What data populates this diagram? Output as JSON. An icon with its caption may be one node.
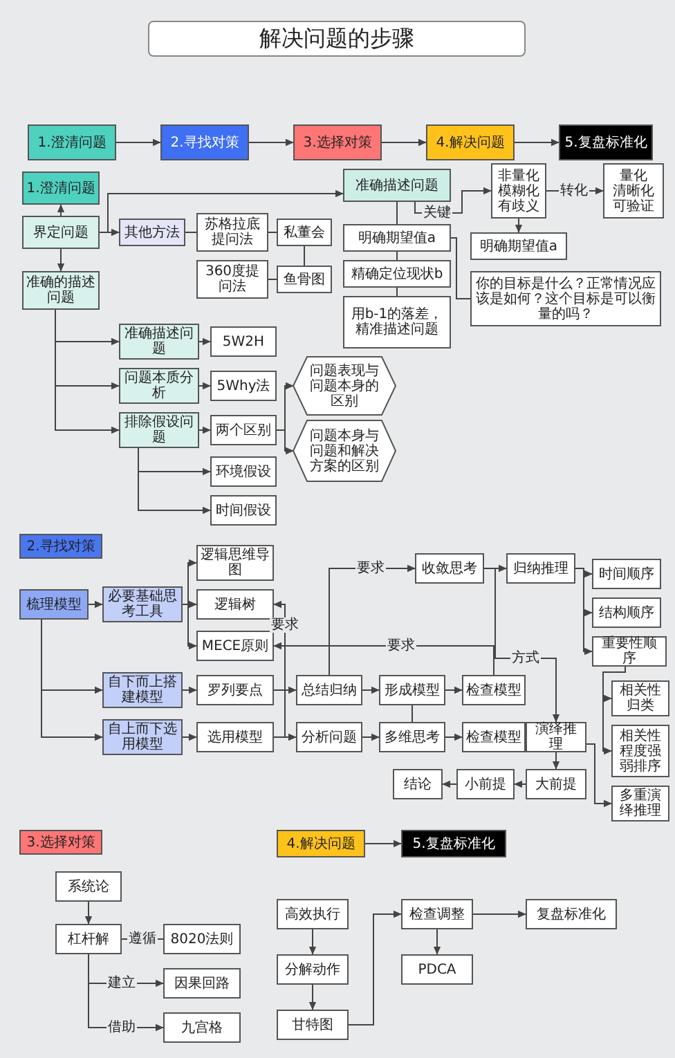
{
  "diagram": {
    "title": "解决问题的步骤",
    "nodes": [
      {
        "text": [
          "1.澄清问题"
        ]
      },
      {
        "text": [
          "2.寻找对策"
        ]
      },
      {
        "text": [
          "3.选择对策"
        ]
      },
      {
        "text": [
          "4.解决问题"
        ]
      },
      {
        "text": [
          "5.复盘标准化"
        ]
      },
      {
        "text": [
          "1.澄清问题"
        ]
      },
      {
        "text": [
          "界定问题"
        ]
      },
      {
        "text": [
          "其他方法"
        ]
      },
      {
        "text": [
          "苏格拉底提问法"
        ]
      },
      {
        "text": [
          "私董会"
        ]
      },
      {
        "text": [
          "360度提问法"
        ]
      },
      {
        "text": [
          "鱼骨图"
        ]
      },
      {
        "text": [
          "准确的描述问题"
        ]
      },
      {
        "text": [
          "准确描述问题"
        ]
      },
      {
        "text": [
          "问题本质分析"
        ]
      },
      {
        "text": [
          "排除假设问题"
        ]
      },
      {
        "text": [
          "5W2H"
        ]
      },
      {
        "text": [
          "5Why法"
        ]
      },
      {
        "text": [
          "两个区别"
        ]
      },
      {
        "text": [
          "问题表现与问题本身的区别"
        ]
      },
      {
        "text": [
          "问题本身与问题和解决方案的区别"
        ]
      },
      {
        "text": [
          "环境假设"
        ]
      },
      {
        "text": [
          "时间假设"
        ]
      },
      {
        "text": [
          "准确描述问题"
        ]
      },
      {
        "text": [
          "明确期望值a"
        ]
      },
      {
        "text": [
          "精确定位现状b"
        ]
      },
      {
        "text": [
          "用b-1的落差，精准描述问题"
        ]
      },
      {
        "text": [
          "非量化",
          "模糊化",
          "有歧义"
        ]
      },
      {
        "text": [
          "量化",
          "清晰化",
          "可验证"
        ]
      },
      {
        "text": [
          "明确期望值a"
        ]
      },
      {
        "text": [
          "你的目标是什么？正常情况应该是如何？这个目标是可以衡量的吗？"
        ]
      },
      {
        "text": [
          "2.寻找对策"
        ]
      },
      {
        "text": [
          "梳理模型"
        ]
      },
      {
        "text": [
          "必要基础思考工具"
        ]
      },
      {
        "text": [
          "逻辑思维导图"
        ]
      },
      {
        "text": [
          "逻辑树"
        ]
      },
      {
        "text": [
          "MECE原则"
        ]
      },
      {
        "text": [
          "自下而上搭建模型"
        ]
      },
      {
        "text": [
          "自上而下选用模型"
        ]
      },
      {
        "text": [
          "罗列要点"
        ]
      },
      {
        "text": [
          "选用模型"
        ]
      },
      {
        "text": [
          "总结归纳"
        ]
      },
      {
        "text": [
          "分析问题"
        ]
      },
      {
        "text": [
          "形成模型"
        ]
      },
      {
        "text": [
          "多维思考"
        ]
      },
      {
        "text": [
          "检查模型"
        ]
      },
      {
        "text": [
          "检查模型"
        ]
      },
      {
        "text": [
          "收敛思考"
        ]
      },
      {
        "text": [
          "归纳推理"
        ]
      },
      {
        "text": [
          "演绎推理"
        ]
      },
      {
        "text": [
          "大前提"
        ]
      },
      {
        "text": [
          "小前提"
        ]
      },
      {
        "text": [
          "结论"
        ]
      },
      {
        "text": [
          "时间顺序"
        ]
      },
      {
        "text": [
          "结构顺序"
        ]
      },
      {
        "text": [
          "重要性顺序"
        ]
      },
      {
        "text": [
          "相关性归类"
        ]
      },
      {
        "text": [
          "相关性程度强弱排序"
        ]
      },
      {
        "text": [
          "多重演绎推理"
        ]
      },
      {
        "text": [
          "3.选择对策"
        ]
      },
      {
        "text": [
          "系统论"
        ]
      },
      {
        "text": [
          "杠杆解"
        ]
      },
      {
        "text": [
          "8020法则"
        ]
      },
      {
        "text": [
          "因果回路"
        ]
      },
      {
        "text": [
          "九宫格"
        ]
      },
      {
        "text": [
          "4.解决问题"
        ]
      },
      {
        "text": [
          "5.复盘标准化"
        ]
      },
      {
        "text": [
          "高效执行"
        ]
      },
      {
        "text": [
          "分解动作"
        ]
      },
      {
        "text": [
          "甘特图"
        ]
      },
      {
        "text": [
          "检查调整"
        ]
      },
      {
        "text": [
          "PDCA"
        ]
      },
      {
        "text": [
          "复盘标准化"
        ]
      }
    ],
    "edges": [
      {
        "from": 0,
        "to": 1,
        "arrow": "to"
      },
      {
        "from": 1,
        "to": 2,
        "arrow": "to"
      },
      {
        "from": 2,
        "to": 3,
        "arrow": "to"
      },
      {
        "from": 3,
        "to": 4,
        "arrow": "to"
      },
      {
        "from": 6,
        "to": 5,
        "arrow": "to"
      },
      {
        "from": 6,
        "to": 23,
        "arrow": "to"
      },
      {
        "from": 6,
        "to": 7,
        "arrow": "to"
      },
      {
        "from": 6,
        "to": 12,
        "arrow": "to"
      },
      {
        "from": 7,
        "to": 8,
        "arrow": "none"
      },
      {
        "from": 8,
        "to": 9,
        "arrow": "none"
      },
      {
        "from": 10,
        "to": 11,
        "arrow": "none"
      },
      {
        "from": 9,
        "to": 11,
        "arrow": "none"
      },
      {
        "from": 12,
        "to": 13,
        "arrow": "to"
      },
      {
        "from": 12,
        "to": 14,
        "arrow": "to"
      },
      {
        "from": 12,
        "to": 15,
        "arrow": "to"
      },
      {
        "from": 13,
        "to": 16,
        "arrow": "to"
      },
      {
        "from": 14,
        "to": 17,
        "arrow": "to"
      },
      {
        "from": 15,
        "to": 18,
        "arrow": "to"
      },
      {
        "from": 18,
        "to": 19,
        "arrow": "to"
      },
      {
        "from": 18,
        "to": 20,
        "arrow": "to"
      },
      {
        "from": 15,
        "to": 21,
        "arrow": "to"
      },
      {
        "from": 15,
        "to": 22,
        "arrow": "to"
      },
      {
        "from": 23,
        "to": 24,
        "arrow": "none"
      },
      {
        "from": 24,
        "to": 25,
        "arrow": "none"
      },
      {
        "from": 25,
        "to": 26,
        "arrow": "none"
      },
      {
        "from": 23,
        "to": 27,
        "arrow": "to",
        "label": "关键"
      },
      {
        "from": 27,
        "to": 28,
        "arrow": "to",
        "label": "转化"
      },
      {
        "from": 27,
        "to": 29,
        "arrow": "to"
      },
      {
        "from": 24,
        "to": 30,
        "arrow": "none"
      },
      {
        "from": 32,
        "to": 33,
        "arrow": "to"
      },
      {
        "from": 32,
        "to": 37,
        "arrow": "to"
      },
      {
        "from": 32,
        "to": 38,
        "arrow": "to"
      },
      {
        "from": 33,
        "to": 34,
        "arrow": "to"
      },
      {
        "from": 33,
        "to": 35,
        "arrow": "to"
      },
      {
        "from": 33,
        "to": 36,
        "arrow": "to"
      },
      {
        "from": 37,
        "to": 39,
        "arrow": "to"
      },
      {
        "from": 38,
        "to": 40,
        "arrow": "to"
      },
      {
        "from": 39,
        "to": 41,
        "arrow": "to"
      },
      {
        "from": 40,
        "to": 42,
        "arrow": "to"
      },
      {
        "from": 40,
        "to": 35,
        "arrow": "to",
        "label": "要求"
      },
      {
        "from": 41,
        "to": 47,
        "arrow": "to",
        "label": "要求"
      },
      {
        "from": 41,
        "to": 43,
        "arrow": "to"
      },
      {
        "from": 42,
        "to": 44,
        "arrow": "to"
      },
      {
        "from": 43,
        "to": 44,
        "arrow": "none"
      },
      {
        "from": 43,
        "to": 45,
        "arrow": "to"
      },
      {
        "from": 44,
        "to": 46,
        "arrow": "to"
      },
      {
        "from": 45,
        "to": 36,
        "arrow": "to",
        "label": "要求"
      },
      {
        "from": 47,
        "to": 48,
        "arrow": "to"
      },
      {
        "from": 47,
        "to": 49,
        "arrow": "to",
        "label": "方式"
      },
      {
        "from": 48,
        "to": 53,
        "arrow": "to"
      },
      {
        "from": 48,
        "to": 54,
        "arrow": "to"
      },
      {
        "from": 48,
        "to": 55,
        "arrow": "to"
      },
      {
        "from": 55,
        "to": 56,
        "arrow": "to"
      },
      {
        "from": 55,
        "to": 57,
        "arrow": "to"
      },
      {
        "from": 49,
        "to": 50,
        "arrow": "to"
      },
      {
        "from": 50,
        "to": 51,
        "arrow": "to"
      },
      {
        "from": 51,
        "to": 52,
        "arrow": "to"
      },
      {
        "from": 49,
        "to": 58,
        "arrow": "to"
      },
      {
        "from": 60,
        "to": 61,
        "arrow": "to"
      },
      {
        "from": 61,
        "to": 62,
        "arrow": "none",
        "label": "遵循"
      },
      {
        "from": 61,
        "to": 63,
        "arrow": "to",
        "label": "建立"
      },
      {
        "from": 61,
        "to": 64,
        "arrow": "to",
        "label": "借助"
      },
      {
        "from": 65,
        "to": 66,
        "arrow": "to"
      },
      {
        "from": 67,
        "to": 68,
        "arrow": "to"
      },
      {
        "from": 68,
        "to": 69,
        "arrow": "to"
      },
      {
        "from": 69,
        "to": 70,
        "arrow": "to"
      },
      {
        "from": 70,
        "to": 71,
        "arrow": "to"
      },
      {
        "from": 70,
        "to": 72,
        "arrow": "to"
      }
    ]
  }
}
